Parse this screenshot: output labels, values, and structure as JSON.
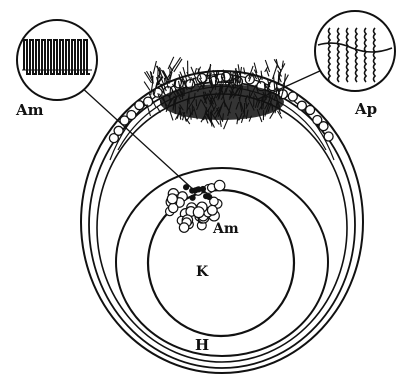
{
  "labels": {
    "am_inset": "Am",
    "ap_inset": "Ap",
    "am_cluster": "Am",
    "k": "K",
    "h": "H"
  },
  "colors": {
    "ink": "#111111",
    "paper": "#ffffff"
  },
  "icons": {
    "am_inset": "am-inset-magnification-icon",
    "ap_inset": "ap-inset-magnification-icon"
  }
}
